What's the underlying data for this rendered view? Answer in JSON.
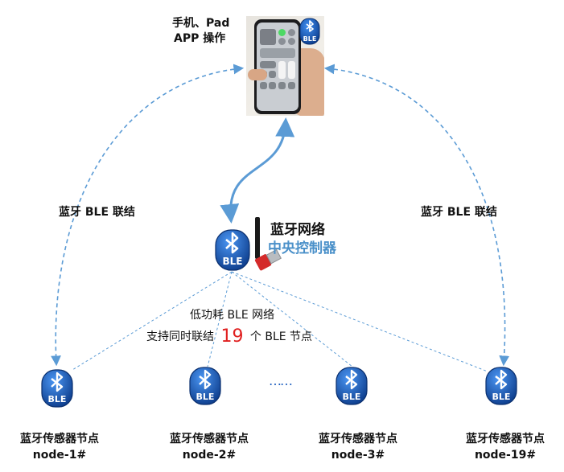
{
  "top_device": {
    "label_line1": "手机、Pad",
    "label_line2": "APP 操作",
    "badge_text": "BLE"
  },
  "controller": {
    "badge_text": "BLE",
    "title": "蓝牙网络",
    "subtitle": "中央控制器",
    "subtitle_color": "#4a90c9"
  },
  "links": {
    "left_label": "蓝牙 BLE 联结",
    "right_label": "蓝牙 BLE 联结"
  },
  "network": {
    "line1": "低功耗 BLE 网络",
    "line2_prefix": "支持同时联结",
    "line2_count": "19",
    "line2_count_color": "#e02020",
    "line2_suffix": "个 BLE 节点"
  },
  "ellipsis": "……",
  "nodes": [
    {
      "badge_text": "BLE",
      "title": "蓝牙传感器节点",
      "id": "node-1#"
    },
    {
      "badge_text": "BLE",
      "title": "蓝牙传感器节点",
      "id": "node-2#"
    },
    {
      "badge_text": "BLE",
      "title": "蓝牙传感器节点",
      "id": "node-3#"
    },
    {
      "badge_text": "BLE",
      "title": "蓝牙传感器节点",
      "id": "node-19#"
    }
  ],
  "colors": {
    "link_blue": "#5b9bd5",
    "badge_blue": "#1f5fbf",
    "badge_dark": "#0d3d8c"
  },
  "icons": [
    "bluetooth-icon",
    "usb-dongle-icon",
    "phone-photo"
  ]
}
